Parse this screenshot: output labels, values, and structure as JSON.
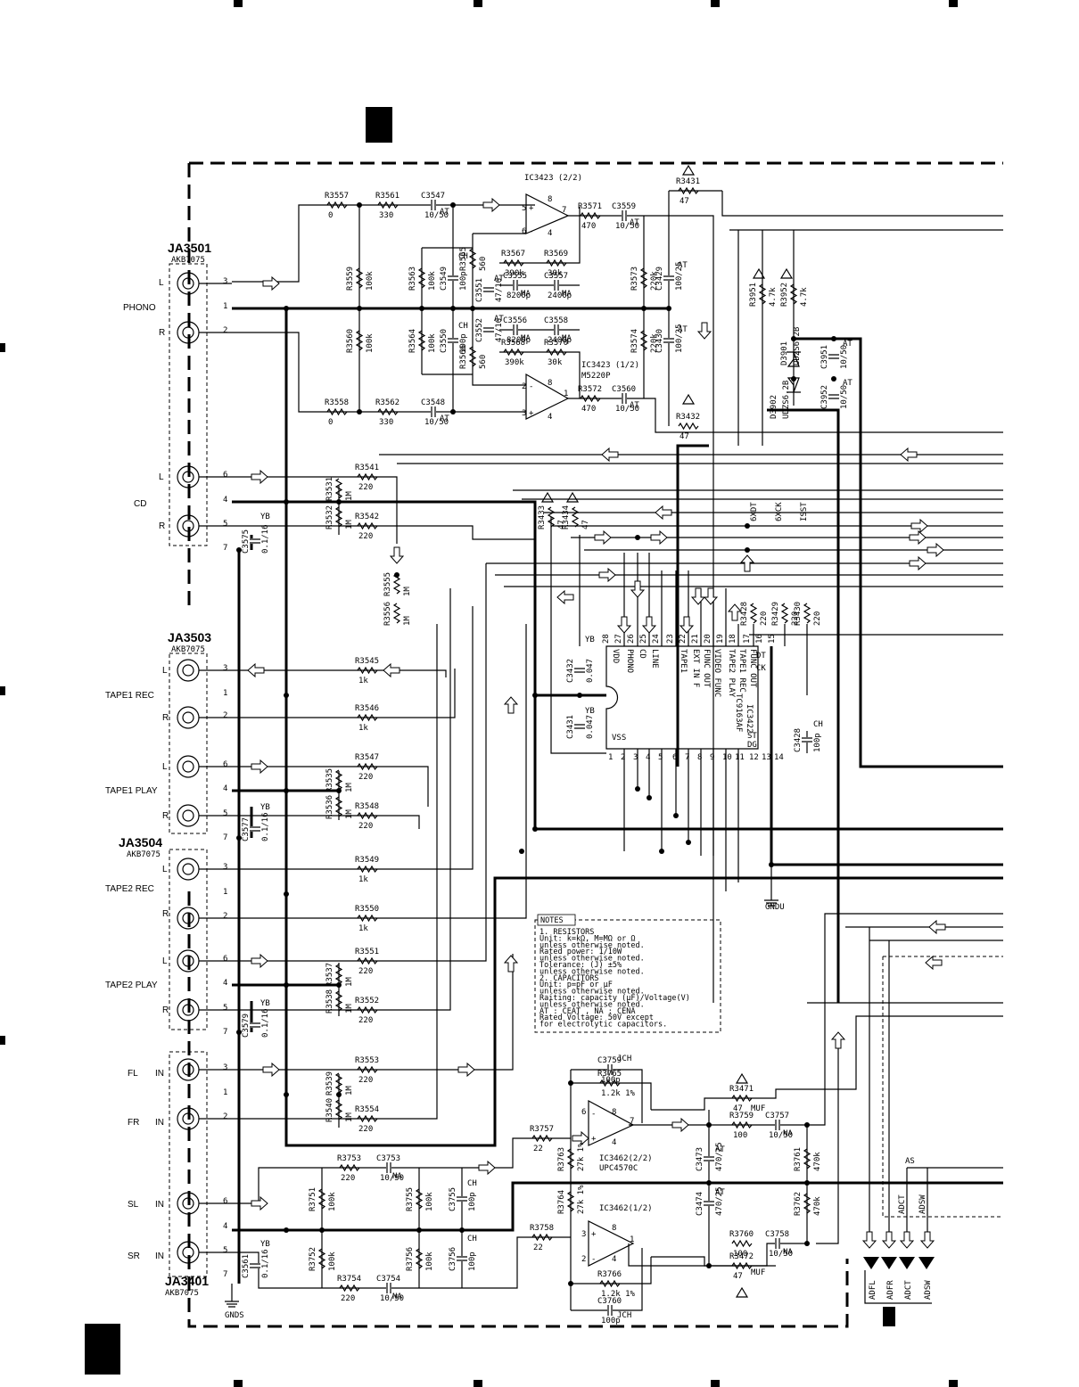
{
  "connectors": [
    {
      "name": "JA3501",
      "model": "AKB7075"
    },
    {
      "name": "JA3503",
      "model": "AKB7075"
    },
    {
      "name": "JA3504",
      "model": "AKB7075"
    },
    {
      "name": "JA3401",
      "model": "AKB7075"
    }
  ],
  "inputs": {
    "phono": "PHONO",
    "cd": "CD",
    "tape1_rec": "TAPE1 REC",
    "tape1_play": "TAPE1 PLAY",
    "tape2_rec": "TAPE2 REC",
    "tape2_play": "TAPE2 PLAY",
    "fl": "FL",
    "fr": "FR",
    "sl": "SL",
    "sr": "SR",
    "in": "IN",
    "l": "L",
    "r": "R"
  },
  "ics": {
    "ic3423a": "IC3423 (2/2)",
    "ic3423b": "IC3423 (1/2)",
    "ic3423_part": "M5220P",
    "ic3422": "IC3422",
    "ic3422_part": "TC9163AF",
    "ic3462a": "IC3462(2/2)",
    "ic3462_part": "UPC4570C",
    "ic3462b": "IC3462(1/2)"
  },
  "ic3422_pins_top": [
    "VDD",
    "PHONO",
    "CD",
    "LINE",
    "TAPE1",
    "EXT IN F",
    "FUNC OUT",
    "VIDEO FUNC",
    "TAPE2 PLAY",
    "TAPE1 REC",
    "FUNC OUT",
    "DT",
    "CK"
  ],
  "ic3422_pins_bottom": [
    "VSS",
    "ST",
    "DG"
  ],
  "ic3422_pin_numbers_top": [
    "28",
    "27",
    "26",
    "25",
    "24",
    "23",
    "22",
    "21",
    "20",
    "19",
    "18",
    "17",
    "16",
    "15"
  ],
  "ic3422_pin_numbers_bottom": [
    "1",
    "2",
    "3",
    "4",
    "5",
    "6",
    "7",
    "8",
    "9",
    "10",
    "11",
    "12",
    "13",
    "14"
  ],
  "components": {
    "r3557": [
      "R3557",
      "0"
    ],
    "r3561": [
      "R3561",
      "330"
    ],
    "c3547": [
      "C3547",
      "10/50"
    ],
    "r3558": [
      "R3558",
      "0"
    ],
    "r3562": [
      "R3562",
      "330"
    ],
    "c3548": [
      "C3548",
      "10/50"
    ],
    "r3559": [
      "R3559",
      "100k"
    ],
    "r3560": [
      "R3560",
      "100k"
    ],
    "r3563": [
      "R3563",
      "100k"
    ],
    "r3564": [
      "R3564",
      "100k"
    ],
    "c3549": [
      "C3549",
      "100p"
    ],
    "c3550": [
      "C3550",
      "100p"
    ],
    "r3565": [
      "R3565",
      "560"
    ],
    "r3566": [
      "R3566",
      "560"
    ],
    "c3551": [
      "C3551",
      "47/16"
    ],
    "c3552": [
      "C3552",
      "47/16"
    ],
    "r3567": [
      "R3567",
      "390k"
    ],
    "r3569": [
      "R3569",
      "30k"
    ],
    "r3568": [
      "R3568",
      "390k"
    ],
    "r3570": [
      "R3570",
      "30k"
    ],
    "c3555": [
      "C3555",
      "8200p"
    ],
    "c3557": [
      "C3557",
      "2400p"
    ],
    "c3556": [
      "C3556",
      "8200p"
    ],
    "c3558": [
      "C3558",
      "2400p"
    ],
    "r3571": [
      "R3571",
      "470"
    ],
    "c3559": [
      "C3559",
      "10/50"
    ],
    "r3572": [
      "R3572",
      "470"
    ],
    "c3560": [
      "C3560",
      "10/50"
    ],
    "r3573": [
      "R3573",
      "220k"
    ],
    "r3574": [
      "R3574",
      "220k"
    ],
    "c3429": [
      "C3429",
      "100/25"
    ],
    "c3430": [
      "C3430",
      "100/25"
    ],
    "r3431": [
      "R3431",
      "47"
    ],
    "r3432": [
      "R3432",
      "47"
    ],
    "r3951": [
      "R3951",
      "4.7k"
    ],
    "r3952": [
      "R3952",
      "4.7k"
    ],
    "d3901": [
      "D3901",
      "UDZS6.2B"
    ],
    "d3902": [
      "D3902",
      "UDZS6.2B"
    ],
    "c3951": [
      "C3951",
      "10/50"
    ],
    "c3952": [
      "C3952",
      "10/50"
    ],
    "r3531": [
      "R3531",
      "1M"
    ],
    "r3541": [
      "R3541",
      "220"
    ],
    "r3532": [
      "R3532",
      "1M"
    ],
    "r3542": [
      "R3542",
      "220"
    ],
    "c3575": [
      "C3575",
      "0.1/16"
    ],
    "r3433": [
      "R3433",
      "47"
    ],
    "r3434": [
      "R3434",
      "47"
    ],
    "r3555": [
      "R3555",
      "1M"
    ],
    "r3556": [
      "R3556",
      "1M"
    ],
    "r3428": [
      "R3428",
      "220"
    ],
    "r3429": [
      "R3429",
      "220"
    ],
    "r3430": [
      "R3430",
      "220"
    ],
    "c3432": [
      "C3432",
      "0.047"
    ],
    "c3431": [
      "C3431",
      "0.047"
    ],
    "c3428": [
      "C3428",
      "100p"
    ],
    "r3545": [
      "R3545",
      "1k"
    ],
    "r3546": [
      "R3546",
      "1k"
    ],
    "r3535": [
      "R3535",
      "1M"
    ],
    "r3547": [
      "R3547",
      "220"
    ],
    "r3536": [
      "R3536",
      "1M"
    ],
    "r3548": [
      "R3548",
      "220"
    ],
    "c3577": [
      "C3577",
      "0.1/16"
    ],
    "r3549": [
      "R3549",
      "1k"
    ],
    "r3550": [
      "R3550",
      "1k"
    ],
    "r3537": [
      "R3537",
      "1M"
    ],
    "r3551": [
      "R3551",
      "220"
    ],
    "r3538": [
      "R3538",
      "1M"
    ],
    "r3552": [
      "R3552",
      "220"
    ],
    "c3579": [
      "C3579",
      "0.1/16"
    ],
    "r3539": [
      "R3539",
      "1M"
    ],
    "r3553": [
      "R3553",
      "220"
    ],
    "r3540": [
      "R3540",
      "1M"
    ],
    "r3554": [
      "R3554",
      "220"
    ],
    "r3753": [
      "R3753",
      "220"
    ],
    "c3753": [
      "C3753",
      "10/50"
    ],
    "r3754": [
      "R3754",
      "220"
    ],
    "c3754": [
      "C3754",
      "10/50"
    ],
    "r3751": [
      "R3751",
      "100k"
    ],
    "r3752": [
      "R3752",
      "100k"
    ],
    "r3755": [
      "R3755",
      "100k"
    ],
    "r3756": [
      "R3756",
      "100k"
    ],
    "c3755": [
      "C3755",
      "100p"
    ],
    "c3756": [
      "C3756",
      "100p"
    ],
    "c3561": [
      "C3561",
      "0.1/16"
    ],
    "r3757": [
      "R3757",
      "22"
    ],
    "r3758": [
      "R3758",
      "22"
    ],
    "r3763": [
      "R3763",
      "27k 1%"
    ],
    "r3764": [
      "R3764",
      "27k 1%"
    ],
    "c3759": [
      "C3759",
      "100p"
    ],
    "c3760": [
      "C3760",
      "100p"
    ],
    "r3765": [
      "R3765",
      "1.2k 1%"
    ],
    "r3766": [
      "R3766",
      "1.2k 1%"
    ],
    "r3471": [
      "R3471",
      "47"
    ],
    "r3472": [
      "R3472",
      "47"
    ],
    "r3759": [
      "R3759",
      "100"
    ],
    "r3760": [
      "R3760",
      "100"
    ],
    "c3757": [
      "C3757",
      "10/50"
    ],
    "c3758": [
      "C3758",
      "10/50"
    ],
    "c3473": [
      "C3473",
      "470/25"
    ],
    "c3474": [
      "C3474",
      "470/25"
    ],
    "r3761": [
      "R3761",
      "470k"
    ],
    "r3762": [
      "R3762",
      "470k"
    ]
  },
  "small_tags": {
    "at": "AT",
    "ch": "CH",
    "ma": "MA",
    "yb": "YB",
    "jch": "JCH",
    "na": "NA",
    "muf": "MUF"
  },
  "bus_labels": {
    "sixdt": "6XDT",
    "sixck": "6XCK",
    "isst": "ISST",
    "as": "AS"
  },
  "grounds": {
    "gndu": "GNDU",
    "gnds": "GNDS"
  },
  "outputs": [
    "ADFL",
    "ADFR",
    "ADCT",
    "ADSW"
  ],
  "notes": {
    "title": "NOTES",
    "lines": [
      "1. RESISTORS",
      "   Unit: k=kΩ, M=MΩ or Ω",
      "         unless otherwise noted.",
      "   Rated power: 1/10W",
      "         unless otherwise noted.",
      "   Tolerance: (J) ±5%",
      "         unless otherwise noted.",
      "2. CAPACITORS",
      "   Unit: p=pF or μF",
      "         unless otherwise noted.",
      "   Raiting: capacity (μF)/Voltage(V)",
      "         unless otherwise noted.",
      "   AT : CEAT , NA : CENA",
      "   Rated Voltage: 50V except",
      "         for electrolytic capacitors."
    ]
  }
}
